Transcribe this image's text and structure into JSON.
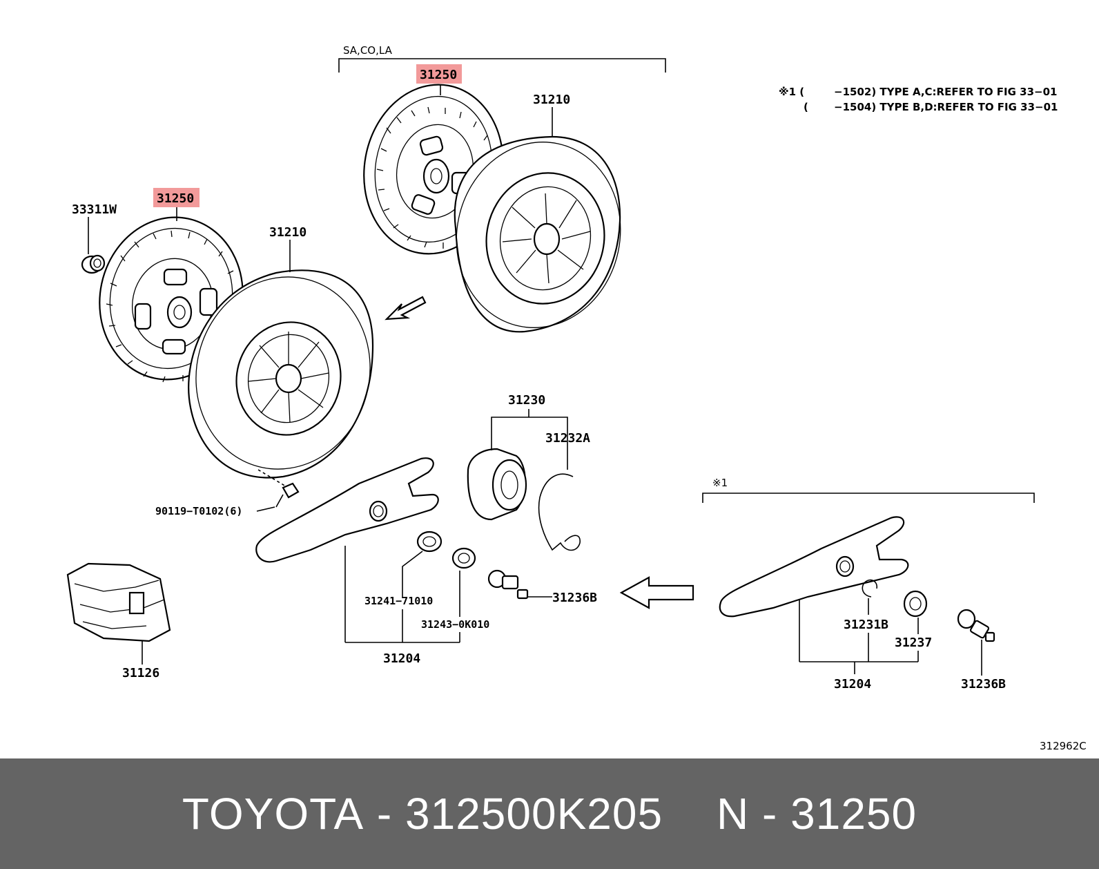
{
  "diagram": {
    "group_top_label": "SA,CO,LA",
    "group_note_label": "※1",
    "notes": [
      {
        "ref": "※1 (",
        "text": "−1502) TYPE A,C:REFER TO FIG 33−01"
      },
      {
        "ref": "(",
        "text": "−1504) TYPE B,D:REFER TO FIG 33−01"
      }
    ],
    "figure_code": "312962C",
    "highlight_color": "#f29a9a",
    "parts": {
      "disc_top": "31250",
      "disc_left": "31250",
      "cover_top": "31210",
      "cover_left": "31210",
      "pilot_bearing": "33311W",
      "bolt": "90119−T0102(6)",
      "boot": "31126",
      "release_bearing_hub": "31230",
      "hub_clip": "31232A",
      "fork_left": "31204",
      "fork_right": "31204",
      "boot_left": "31241−71010",
      "bushing_left": "31243−0K010",
      "pivot_left": "31236B",
      "fork_clip": "31231B",
      "bushing_right": "31237",
      "pivot_right": "31236B"
    }
  },
  "footer": {
    "brand": "TOYOTA",
    "sep1": "-",
    "part_number": "312500K205",
    "n_label": "N",
    "sep2": "-",
    "n_value": "31250"
  }
}
